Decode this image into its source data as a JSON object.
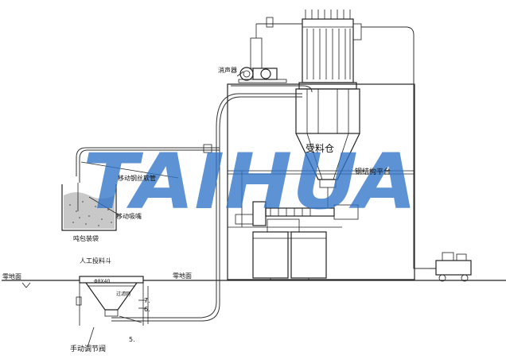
{
  "labels": {
    "muffler": "消声器",
    "receiving_silo": "受料仓",
    "steel_platform": "钢结构平台",
    "flexible_hose": "移动钢丝软管",
    "suction_nozzle": "移动吸嘴",
    "ton_bag": "吨包装袋",
    "manual_hopper": "人工投料斗",
    "ground_left": "零地面",
    "ground_right": "零地面",
    "filter_screen": "过滤网",
    "manual_valve": "手动调节阀",
    "dim_small": "Φ8X40",
    "tag_7": "7.",
    "tag_6": "6.",
    "tag_5": "5."
  },
  "watermark": {
    "text": "TAIHUA",
    "color": "#2f74c8"
  },
  "colors": {
    "line": "#222222",
    "powder": "#9a9a9a"
  }
}
